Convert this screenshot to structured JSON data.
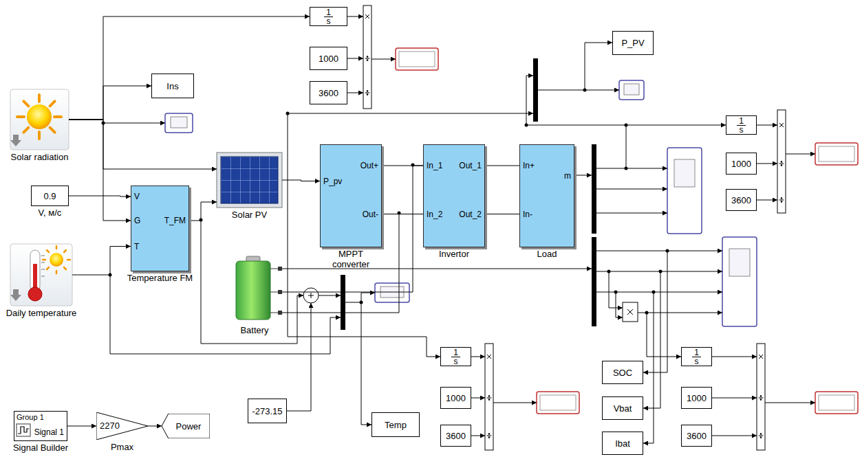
{
  "diagram": {
    "nodes": [
      {
        "text": [
          "1",
          "s"
        ]
      },
      {
        "text": [
          "1000"
        ]
      },
      {
        "text": [
          "3600"
        ]
      },
      {
        "text": [
          "P_PV"
        ]
      },
      {
        "text": [
          "Ins"
        ]
      },
      {
        "text": [
          "Solar radiation"
        ]
      },
      {
        "text": [
          "1",
          "s"
        ]
      },
      {
        "text": [
          "1000"
        ]
      },
      {
        "text": [
          "3600"
        ]
      },
      {
        "text": [
          "0.9",
          "V, м/с"
        ]
      },
      {
        "text": [
          "V",
          "G",
          "T",
          "T_FM",
          "Temperature FM"
        ]
      },
      {
        "text": [
          "Solar PV"
        ]
      },
      {
        "text": [
          "P_pv",
          "Out+",
          "Out-",
          "MPPT converter"
        ]
      },
      {
        "text": [
          "In_1",
          "In_2",
          "Out_1",
          "Out_2",
          "Invertor"
        ]
      },
      {
        "text": [
          "In+",
          "In-",
          "m",
          "Load"
        ]
      },
      {
        "text": [
          "Daily temperature"
        ]
      },
      {
        "text": [
          "Battery"
        ]
      },
      {
        "text": [
          "1",
          "s"
        ]
      },
      {
        "text": [
          "1000"
        ]
      },
      {
        "text": [
          "3600"
        ]
      },
      {
        "text": [
          "SOC"
        ]
      },
      {
        "text": [
          "Vbat"
        ]
      },
      {
        "text": [
          "Ibat"
        ]
      },
      {
        "text": [
          "1",
          "s"
        ]
      },
      {
        "text": [
          "1000"
        ]
      },
      {
        "text": [
          "3600"
        ]
      },
      {
        "text": [
          "-273.15"
        ]
      },
      {
        "text": [
          "Temp"
        ]
      },
      {
        "text": [
          "Group 1",
          "Signal 1",
          "Signal Builder"
        ]
      },
      {
        "text": [
          "2270",
          "Pmax"
        ]
      },
      {
        "text": [
          "Power"
        ]
      }
    ],
    "edges": [
      {
        "from": 5,
        "to": 4,
        "arrow": "to"
      },
      {
        "from": 5,
        "to": 0,
        "arrow": "to"
      },
      {
        "from": 5,
        "to": 11,
        "arrow": "to"
      },
      {
        "from": 5,
        "to": 10,
        "arrow": "to"
      },
      {
        "from": 9,
        "to": 10,
        "arrow": "to"
      },
      {
        "from": 15,
        "to": 10,
        "arrow": "to"
      },
      {
        "from": 10,
        "to": 11,
        "arrow": "to"
      },
      {
        "from": 11,
        "to": 12,
        "arrow": "to"
      },
      {
        "from": 12,
        "to": 13,
        "arrow": "none"
      },
      {
        "from": 12,
        "to": 13,
        "arrow": "none"
      },
      {
        "from": 13,
        "to": 14,
        "arrow": "none"
      },
      {
        "from": 13,
        "to": 14,
        "arrow": "none"
      },
      {
        "from": 16,
        "to": 13,
        "arrow": "none"
      },
      {
        "from": 16,
        "to": 13,
        "arrow": "none"
      },
      {
        "from": 28,
        "to": 29,
        "arrow": "to"
      },
      {
        "from": 29,
        "to": 30,
        "arrow": "to"
      }
    ]
  }
}
